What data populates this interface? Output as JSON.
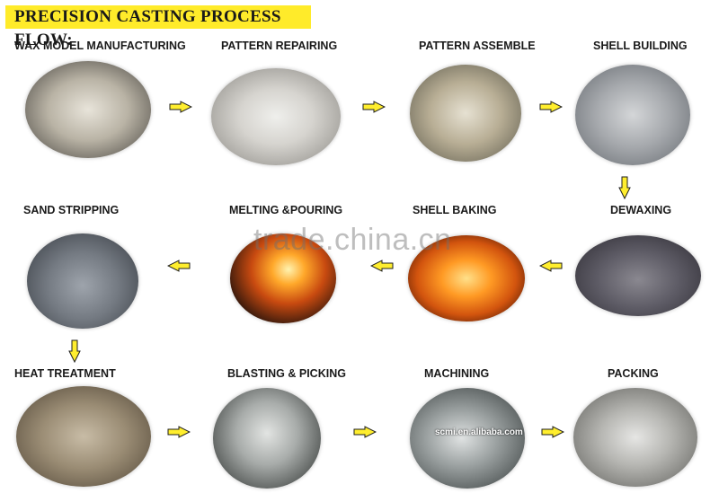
{
  "title": "PRECISION CASTING PROCESS FLOW:",
  "steps": [
    {
      "label": "WAX MODEL MANUFACTURING"
    },
    {
      "label": "PATTERN REPAIRING"
    },
    {
      "label": "PATTERN ASSEMBLE"
    },
    {
      "label": "SHELL BUILDING"
    },
    {
      "label": "DEWAXING"
    },
    {
      "label": "SHELL BAKING"
    },
    {
      "label": "MELTING &POURING"
    },
    {
      "label": "SAND STRIPPING"
    },
    {
      "label": "HEAT TREATMENT"
    },
    {
      "label": "BLASTING & PICKING"
    },
    {
      "label": "MACHINING"
    },
    {
      "label": "PACKING"
    }
  ],
  "watermark": "trade.china.cn",
  "photo_caption": "scmi.en.alibaba.com",
  "colors": {
    "title_bg": "#ffeb2a",
    "arrow_fill": "#ffee2e",
    "arrow_stroke": "#1e1e1e"
  }
}
